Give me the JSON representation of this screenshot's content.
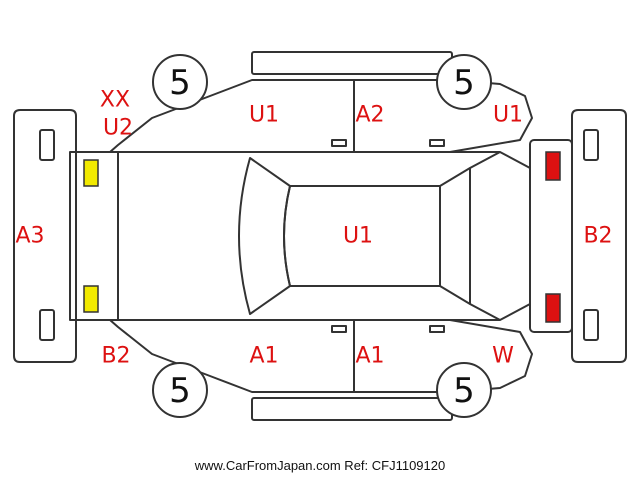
{
  "tire_circles": {
    "front_left": "5",
    "rear_left": "5",
    "front_right": "5",
    "rear_right": "5"
  },
  "damage_codes": {
    "front_top_1": "XX",
    "front_top_2": "U2",
    "left_top_door_front": "U1",
    "left_top_door_rear": "A2",
    "rear_top": "U1",
    "front_bumper": "A3",
    "roof": "U1",
    "rear_bumper": "B2",
    "front_bottom": "B2",
    "right_bottom_door_front": "A1",
    "right_bottom_door_rear": "A1",
    "rear_bottom": "W"
  },
  "markers": {
    "front_light_color": "#f2ea00",
    "rear_light_color": "#dd1111"
  },
  "colors": {
    "code_text": "#dd1111",
    "outline": "#333333"
  },
  "footer": "www.CarFromJapan.com Ref: CFJ1109120"
}
